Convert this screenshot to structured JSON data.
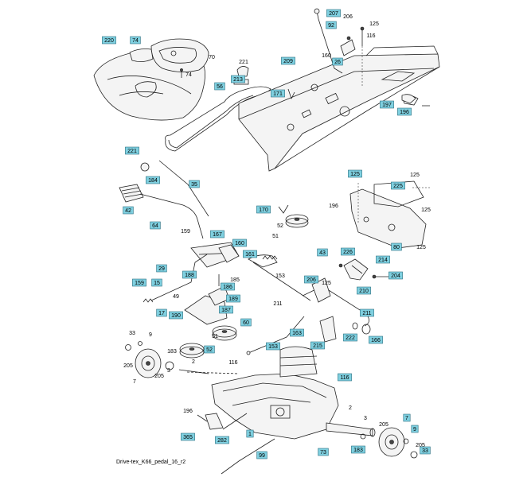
{
  "diagram": {
    "caption": "Drive-tex_K66_pedal_16_r2",
    "callouts": {
      "c220": "220",
      "c74a": "74",
      "c70": "70",
      "c74b": "74",
      "c221a": "221",
      "c213": "213",
      "c56": "56",
      "c207": "207",
      "c92": "92",
      "c206a": "206",
      "c125a": "125",
      "c116a": "116",
      "c209": "209",
      "c160a": "160",
      "c26": "26",
      "c171": "171",
      "c197": "197",
      "c196a": "196",
      "c221b": "221",
      "c184": "184",
      "c35": "35",
      "c42": "42",
      "c125b": "125",
      "c225": "225",
      "c125c": "125",
      "c196b": "196",
      "c125d": "125",
      "c226": "226",
      "c80": "80",
      "c125e": "125",
      "c170": "170",
      "c52a": "52",
      "c51a": "51",
      "c64": "64",
      "c159a": "159",
      "c167": "167",
      "c160b": "160",
      "c161": "161",
      "c29": "29",
      "c188": "188",
      "c185": "185",
      "c186": "186",
      "c43": "43",
      "c214": "214",
      "c204": "204",
      "c159b": "159",
      "c15": "15",
      "c49": "49",
      "c189": "189",
      "c153a": "153",
      "c206b": "206",
      "c125f": "125",
      "c210": "210",
      "c211a": "211",
      "c17": "17",
      "c190": "190",
      "c187": "187",
      "c211b": "211",
      "c60": "60",
      "c163": "163",
      "c215": "215",
      "c222": "222",
      "c166": "166",
      "c33a": "33",
      "c9a": "9",
      "c51b": "51",
      "c52b": "52",
      "c183a": "183",
      "c153b": "153",
      "c2a": "2",
      "c116b": "116",
      "c205a": "205",
      "c3a": "3",
      "c7a": "7",
      "c205b": "205",
      "c116c": "116",
      "c196c": "196",
      "c365": "365",
      "c282": "282",
      "c1": "1",
      "c2b": "2",
      "c3b": "3",
      "c205c": "205",
      "c7b": "7",
      "c9b": "9",
      "c205d": "205",
      "c183b": "183",
      "c73": "73",
      "c99": "99",
      "c33b": "33"
    }
  }
}
